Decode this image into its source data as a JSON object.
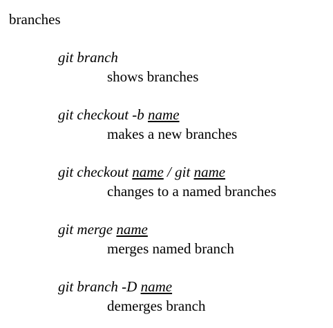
{
  "heading": "branches",
  "entries": [
    {
      "command": [
        {
          "text": "git branch",
          "u": false
        }
      ],
      "description": "shows branches"
    },
    {
      "command": [
        {
          "text": "git checkout -b ",
          "u": false
        },
        {
          "text": "name",
          "u": true
        }
      ],
      "description": "makes a new branches"
    },
    {
      "command": [
        {
          "text": "git checkout ",
          "u": false
        },
        {
          "text": "name",
          "u": true
        },
        {
          "text": " / git ",
          "u": false
        },
        {
          "text": "name",
          "u": true
        }
      ],
      "description": "changes to a named branches"
    },
    {
      "command": [
        {
          "text": "git merge ",
          "u": false
        },
        {
          "text": "name",
          "u": true
        }
      ],
      "description": "merges named branch"
    },
    {
      "command": [
        {
          "text": "git branch -D ",
          "u": false
        },
        {
          "text": "name",
          "u": true
        }
      ],
      "description": "demerges branch"
    }
  ]
}
